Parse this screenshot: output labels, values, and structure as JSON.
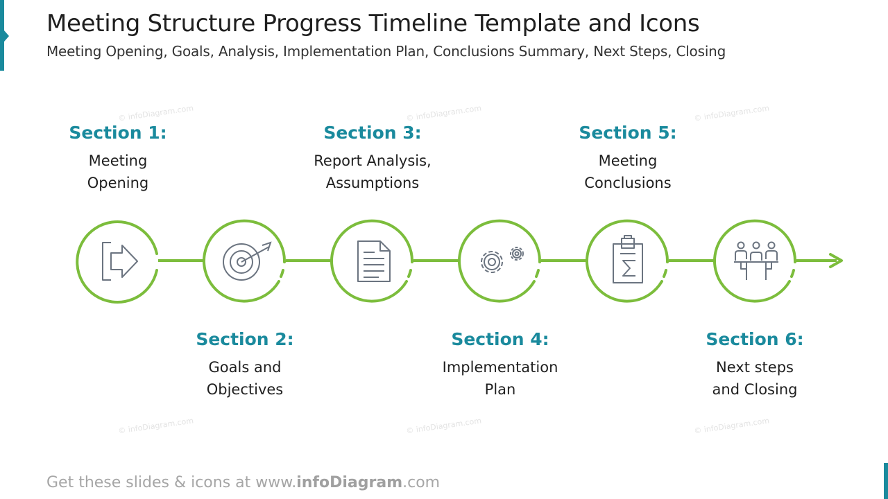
{
  "header": {
    "title": "Meeting Structure Progress Timeline Template and Icons",
    "subtitle": "Meeting Opening, Goals, Analysis, Implementation Plan, Conclusions Summary, Next Steps, Closing"
  },
  "sections": [
    {
      "heading": "Section 1:",
      "line1": "Meeting",
      "line2": "Opening",
      "icon": "exit-arrow-icon"
    },
    {
      "heading": "Section 2:",
      "line1": "Goals and",
      "line2": "Objectives",
      "icon": "target-icon"
    },
    {
      "heading": "Section 3:",
      "line1": "Report Analysis,",
      "line2": "Assumptions",
      "icon": "document-icon"
    },
    {
      "heading": "Section 4:",
      "line1": "Implementation",
      "line2": "Plan",
      "icon": "gears-icon"
    },
    {
      "heading": "Section 5:",
      "line1": "Meeting",
      "line2": "Conclusions",
      "icon": "clipboard-sigma-icon"
    },
    {
      "heading": "Section 6:",
      "line1": "Next steps",
      "line2": "and Closing",
      "icon": "meeting-people-icon"
    }
  ],
  "footer": {
    "prefix": "Get these slides & icons at www.",
    "brand": "infoDiagram",
    "suffix": ".com"
  },
  "watermark_text": "© infoDiagram.com",
  "colors": {
    "accent": "#1a8a9d",
    "green": "#7cbd3c",
    "icon": "#6b7480"
  }
}
